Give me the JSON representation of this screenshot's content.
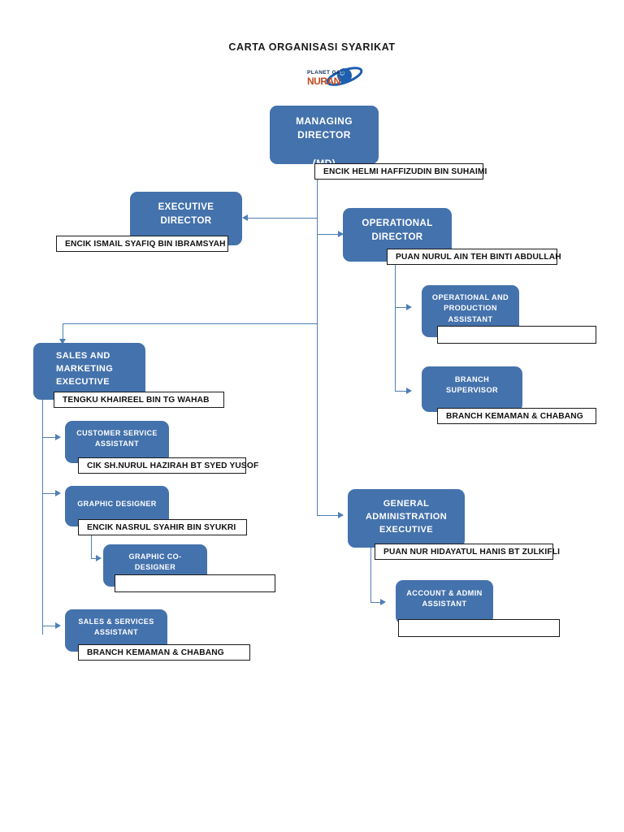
{
  "title": "CARTA ORGANISASI SYARIKAT",
  "logo": {
    "name": "company-logo",
    "text_top": "PLANET GAS",
    "text_main": "NURAN",
    "colors": {
      "brand_orange": "#c0481f",
      "brand_blue": "#1f5fb0",
      "brand_navy": "#11305e"
    }
  },
  "colors": {
    "box_fill": "#4472ac",
    "box_text": "#ffffff",
    "connector": "#4f7fb5",
    "name_border": "#1a1a1a",
    "name_text": "#111111",
    "page_background": "#ffffff"
  },
  "nodes": {
    "managing_director": {
      "role_lines": [
        "MANAGING",
        "DIRECTOR",
        "",
        "(MD)"
      ],
      "name": "ENCIK HELMI HAFFIZUDIN BIN SUHAIMI"
    },
    "executive_director": {
      "role_lines": [
        "EXECUTIVE",
        "DIRECTOR"
      ],
      "name": "ENCIK ISMAIL SYAFIQ BIN IBRAMSYAH"
    },
    "operational_director": {
      "role_lines": [
        "OPERATIONAL",
        "DIRECTOR"
      ],
      "name": "PUAN NURUL AIN TEH BINTI ABDULLAH"
    },
    "operational_production_assistant": {
      "role_lines": [
        "OPERATIONAL AND",
        "PRODUCTION",
        "ASSISTANT"
      ],
      "name": ""
    },
    "branch_supervisor": {
      "role_lines": [
        "BRANCH",
        "SUPERVISOR"
      ],
      "name": "BRANCH KEMAMAN & CHABANG"
    },
    "sales_marketing_executive": {
      "role_lines": [
        "SALES AND",
        "MARKETING",
        "EXECUTIVE"
      ],
      "name": "TENGKU KHAIREEL BIN TG WAHAB"
    },
    "customer_service_assistant": {
      "role_lines": [
        "CUSTOMER SERVICE",
        "ASSISTANT"
      ],
      "name": "CIK SH.NURUL HAZIRAH BT SYED YUSOF"
    },
    "graphic_designer": {
      "role_lines": [
        "GRAPHIC DESIGNER"
      ],
      "name": "ENCIK NASRUL SYAHIR BIN SYUKRI"
    },
    "graphic_co_designer": {
      "role_lines": [
        "GRAPHIC CO-",
        "DESIGNER"
      ],
      "name": ""
    },
    "sales_services_assistant": {
      "role_lines": [
        "SALES & SERVICES",
        "ASSISTANT"
      ],
      "name": "BRANCH KEMAMAN & CHABANG"
    },
    "general_administration_executive": {
      "role_lines": [
        "GENERAL",
        "ADMINISTRATION",
        "EXECUTIVE"
      ],
      "name": "PUAN NUR HIDAYATUL HANIS BT ZULKIFLI"
    },
    "account_admin_assistant": {
      "role_lines": [
        "ACCOUNT  & ADMIN",
        "ASSISTANT"
      ],
      "name": ""
    }
  }
}
